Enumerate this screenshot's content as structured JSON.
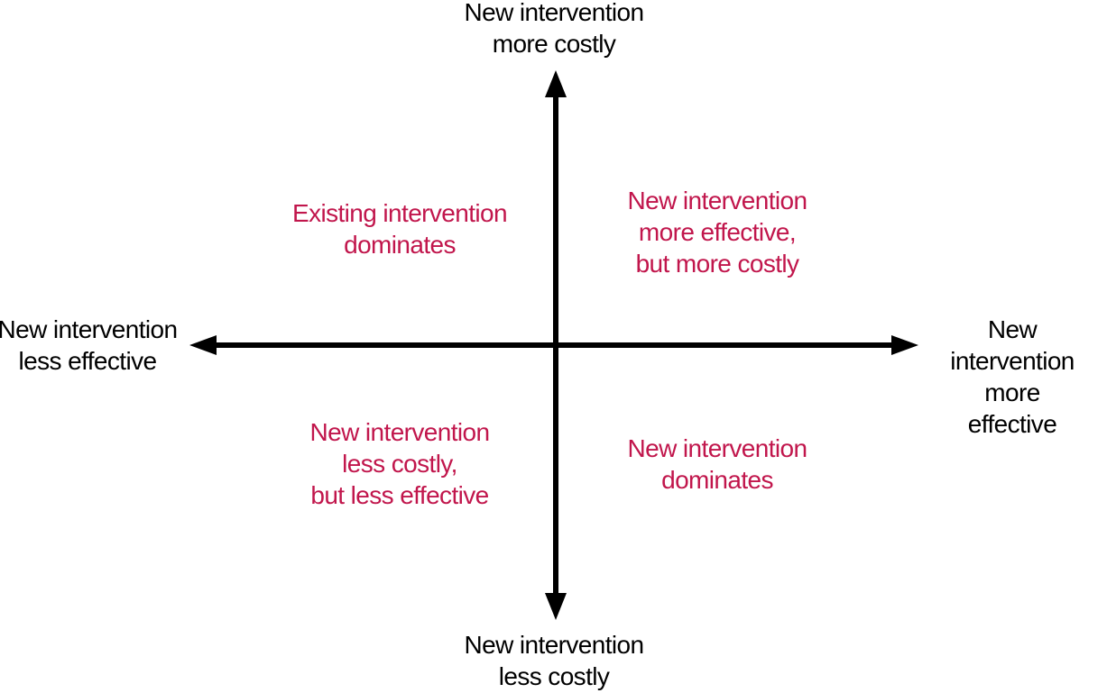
{
  "figure": {
    "description": "Cost-effectiveness plane quadrant diagram",
    "colors": {
      "axis": "#000000",
      "quadrant_text": "#c1164c",
      "background": "#ffffff"
    },
    "axis_labels": {
      "top": "New intervention\nmore costly",
      "bottom": "New intervention\nless costly",
      "left": "New intervention\nless effective",
      "right": "New intervention\nmore effective"
    },
    "quadrant_labels": {
      "top_left": "Existing intervention\ndominates",
      "top_right": "New intervention\nmore effective,\nbut more costly",
      "bottom_left": "New intervention\nless costly,\nbut less effective",
      "bottom_right": "New intervention\ndominates"
    }
  }
}
